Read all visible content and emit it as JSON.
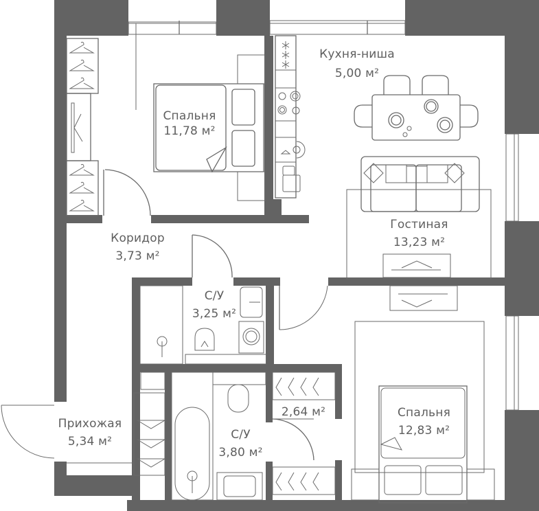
{
  "plan": {
    "wall_color": "#636363",
    "line_color": "#6a6a6a",
    "area_unit": "м²",
    "rooms": [
      {
        "id": "bedroom-1",
        "name": "Спальня",
        "area": "11,78 м²"
      },
      {
        "id": "kitchen-niche",
        "name": "Кухня-ниша",
        "area": "5,00 м²"
      },
      {
        "id": "corridor",
        "name": "Коридор",
        "area": "3,73 м²"
      },
      {
        "id": "living-room",
        "name": "Гостиная",
        "area": "13,23 м²"
      },
      {
        "id": "bathroom-1",
        "name": "С/У",
        "area": "3,25 м²"
      },
      {
        "id": "wardrobe",
        "name": "",
        "area": "2,64 м²"
      },
      {
        "id": "bathroom-2",
        "name": "С/У",
        "area": "3,80 м²"
      },
      {
        "id": "bedroom-2",
        "name": "Спальня",
        "area": "12,83 м²"
      },
      {
        "id": "hallway",
        "name": "Прихожая",
        "area": "5,34 м²"
      }
    ]
  }
}
